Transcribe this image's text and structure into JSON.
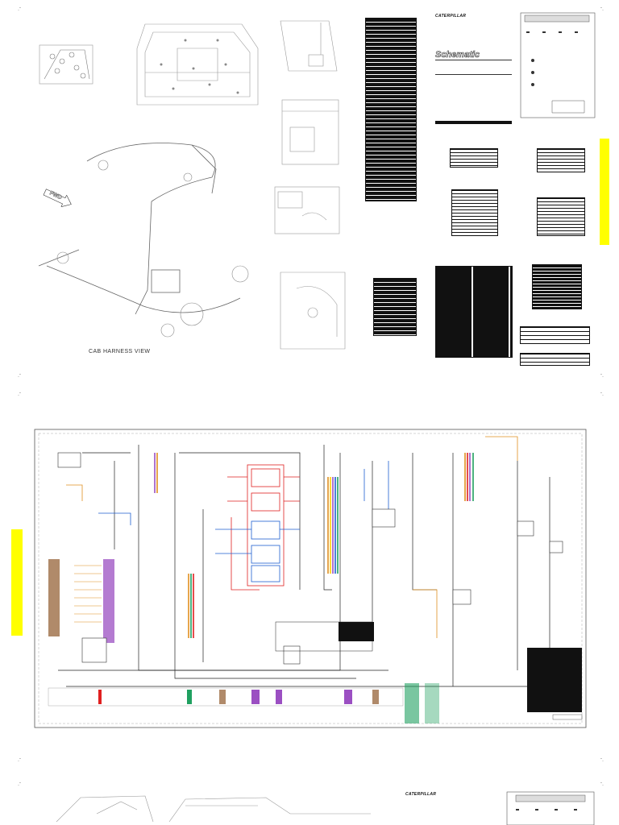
{
  "sheet": {
    "brand_logo": "CATERPILLAR",
    "title": "Schematic",
    "cab_view_label": "CAB HARNESS VIEW",
    "fwd_label": "FWD",
    "brand_logo_bottom": "CATERPILLAR"
  },
  "colors": {
    "accent_yellow": "#ffff00",
    "wire_red": "#e02020",
    "wire_blue": "#1f5fd0",
    "wire_purple": "#9b4fc2",
    "wire_orange": "#e09020",
    "wire_green": "#20a060",
    "component_tan": "#b08a6a"
  },
  "icons": {
    "registration": "crosshair-tick-icon",
    "fwd_arrow": "forward-arrow-icon"
  }
}
